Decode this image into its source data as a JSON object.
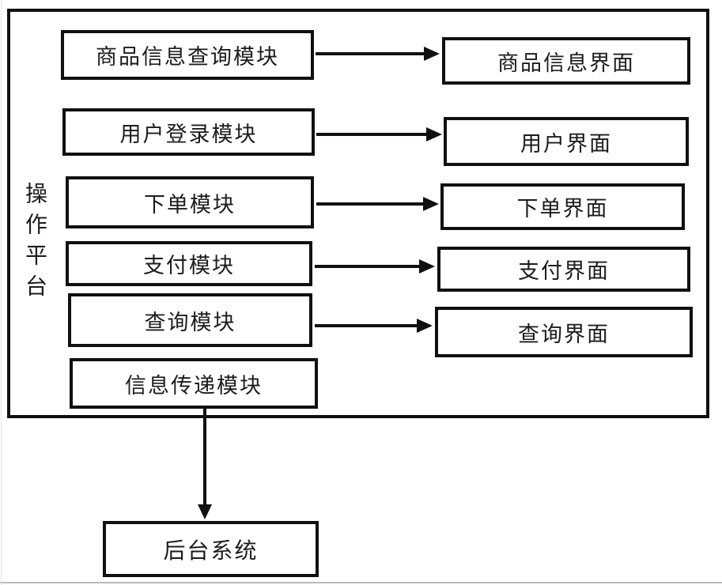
{
  "diagram": {
    "platform_label": "操作平台",
    "left_modules": [
      {
        "label": "商品信息查询模块"
      },
      {
        "label": "用户登录模块"
      },
      {
        "label": "下单模块"
      },
      {
        "label": "支付模块"
      },
      {
        "label": "查询模块"
      },
      {
        "label": "信息传递模块"
      }
    ],
    "right_interfaces": [
      {
        "label": "商品信息界面"
      },
      {
        "label": "用户界面"
      },
      {
        "label": "下单界面"
      },
      {
        "label": "支付界面"
      },
      {
        "label": "查询界面"
      }
    ],
    "backend_label": "后台系统",
    "arrow_icon": "right-arrow",
    "down_arrow_icon": "down-arrow"
  },
  "colors": {
    "line": "#101010",
    "text": "#1c1c1c",
    "background": "#ffffff"
  }
}
